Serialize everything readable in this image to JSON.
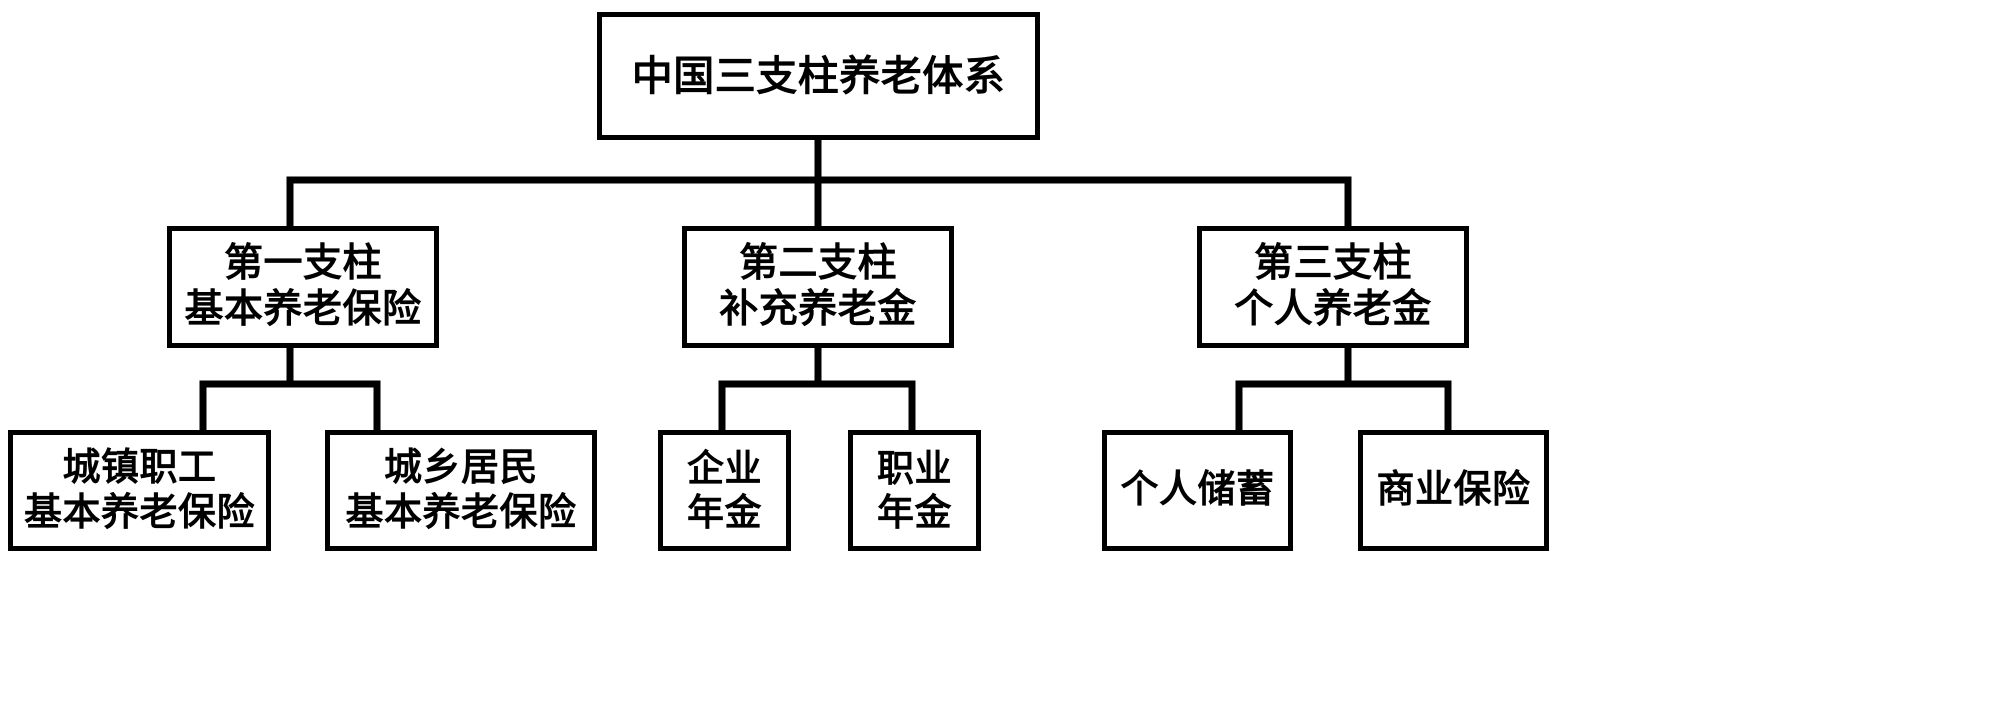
{
  "diagram": {
    "title": "中国三支柱养老体系",
    "type": "organizational-tree",
    "stroke_color": "#000000",
    "fill_color": "#FFFFFF",
    "root": {
      "label": "中国三支柱养老体系"
    },
    "pillars": [
      {
        "line1": "第一支柱",
        "line2": "基本养老保险",
        "children": [
          {
            "line1": "城镇职工",
            "line2": "基本养老保险"
          },
          {
            "line1": "城乡居民",
            "line2": "基本养老保险"
          }
        ]
      },
      {
        "line1": "第二支柱",
        "line2": "补充养老金",
        "children": [
          {
            "line1": "企业",
            "line2": "年金"
          },
          {
            "line1": "职业",
            "line2": "年金"
          }
        ]
      },
      {
        "line1": "第三支柱",
        "line2": "个人养老金",
        "children": [
          {
            "line1": "个人储蓄",
            "line2": ""
          },
          {
            "line1": "商业保险",
            "line2": ""
          }
        ]
      }
    ]
  }
}
